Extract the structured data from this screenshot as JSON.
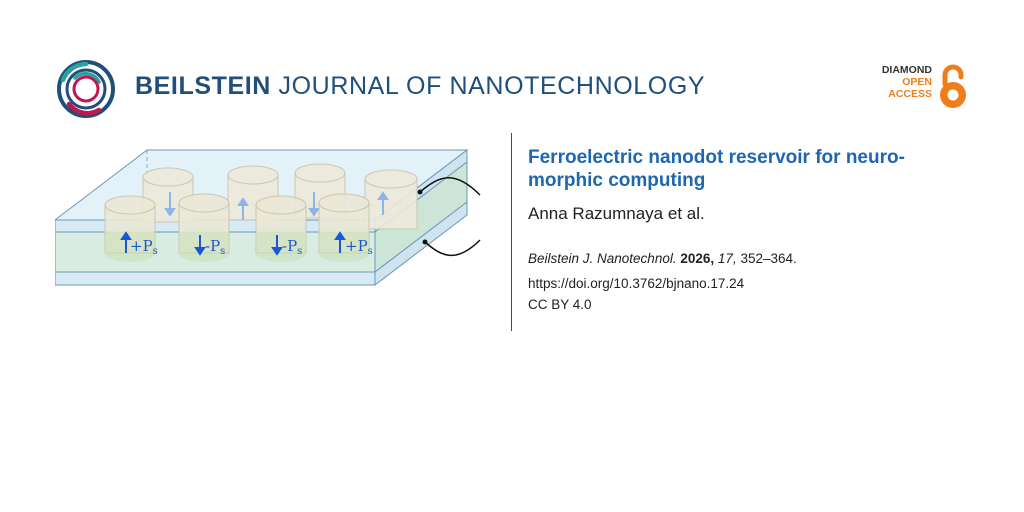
{
  "header": {
    "journal_name_bold": "BEILSTEIN",
    "journal_name_rest": "JOURNAL OF NANOTECHNOLOGY",
    "logo_icon": "beilstein-ring-logo-icon"
  },
  "badge": {
    "line1": "DIAMOND",
    "line2": "OPEN",
    "line3": "ACCESS",
    "icon": "open-access-lock-icon",
    "accent_color": "#ef7d1a"
  },
  "figure": {
    "labels": [
      "+P",
      "-P",
      "-P",
      "+P"
    ],
    "subscript": "s",
    "arrow_color": "#1a57d6"
  },
  "article": {
    "title": "Ferroelectric nanodot reservoir for neuro-morphic computing",
    "authors": "Anna Razumnaya et al.",
    "journal_abbrev": "Beilstein J. Nanotechnol.",
    "year": "2026,",
    "volume": "17,",
    "pages": "352–364.",
    "doi": "https://doi.org/10.3762/bjnano.17.24",
    "license": "CC BY 4.0",
    "title_color": "#1e66b0"
  }
}
